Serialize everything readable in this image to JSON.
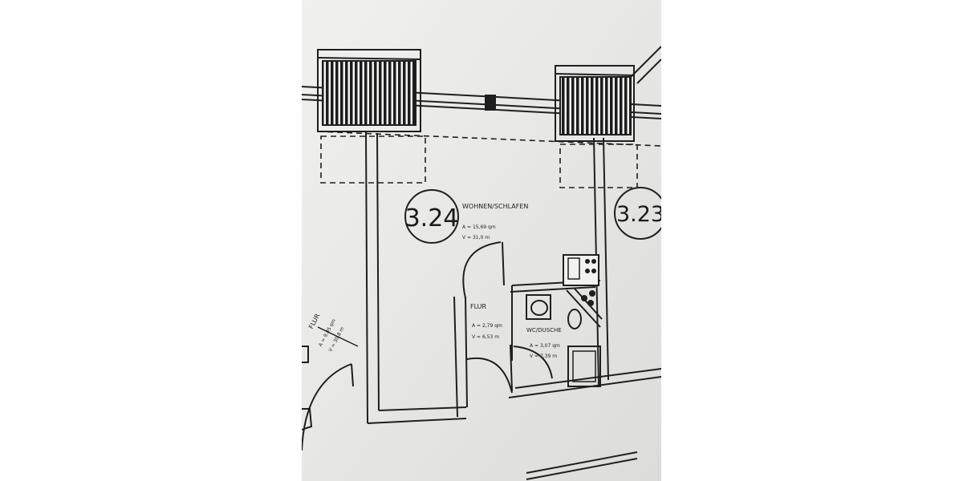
{
  "photo": {
    "subject": "architectural floor plan printed on paper",
    "rooms": {
      "room_a": {
        "number": "3.24",
        "name": "WOHNEN/SCHLAFEN",
        "area": "A = 15,69 qm",
        "volume": "V = 31,0 m"
      },
      "room_b": {
        "number": "3.23"
      },
      "hall": {
        "name": "FLUR",
        "area": "A = 2,79 qm",
        "volume": "V = 6,53 m"
      },
      "bath": {
        "name": "WC/DUSCHE",
        "area": "A = 3,07 qm",
        "volume": "V = 7,39 m"
      },
      "left_hall": {
        "name": "FLUR",
        "area": "A = 9,85 qm",
        "volume": "V = 30,8 m"
      }
    },
    "colors": {
      "paper": "#e9e9e7",
      "ink": "#1f1f1f"
    }
  }
}
